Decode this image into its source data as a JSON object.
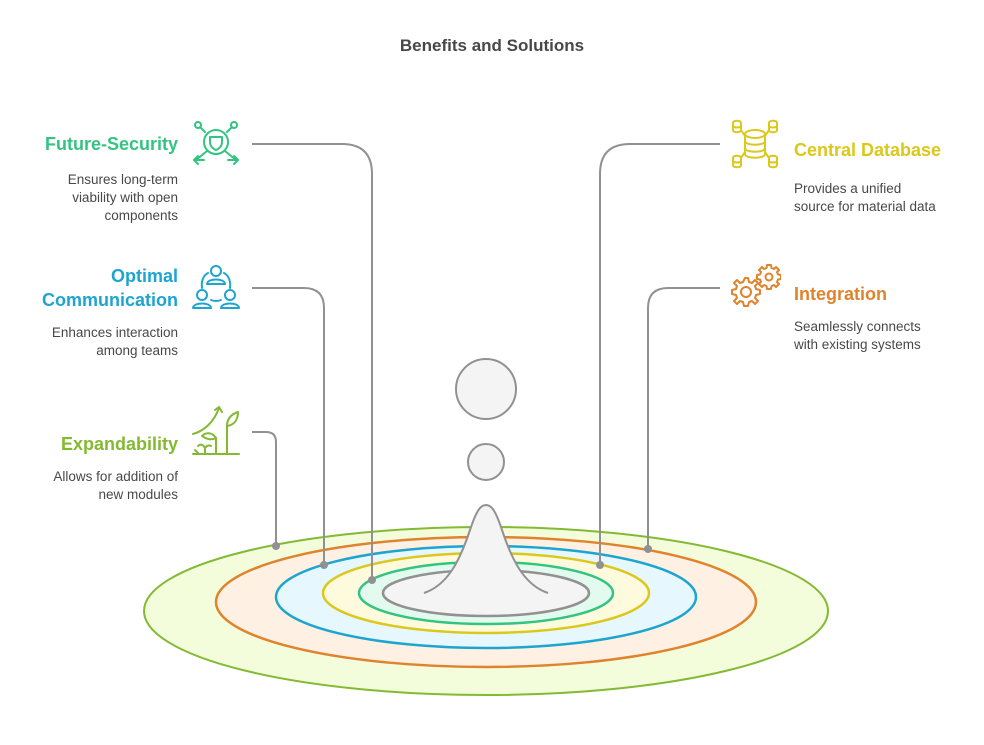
{
  "title": "Benefits and Solutions",
  "colors": {
    "connector": "#919191",
    "droplet_fill": "#f4f4f4",
    "droplet_stroke": "#919191"
  },
  "items": [
    {
      "id": "future-security",
      "title": "Future-Security",
      "description": [
        "Ensures long-term",
        "viability with open",
        "components"
      ],
      "color": "#33c481",
      "fill": "#e3fbee",
      "icon": "shield-network-icon",
      "side": "left"
    },
    {
      "id": "optimal-communication",
      "title_lines": [
        "Optimal",
        "Communication"
      ],
      "description": [
        "Enhances interaction",
        "among teams"
      ],
      "color": "#1da5d0",
      "fill": "#e6f7fd",
      "icon": "team-communication-icon",
      "side": "left"
    },
    {
      "id": "expandability",
      "title": "Expandability",
      "description": [
        "Allows for addition of",
        "new modules"
      ],
      "color": "#84b932",
      "fill": "#f3fddc",
      "icon": "growth-plant-icon",
      "side": "left"
    },
    {
      "id": "central-database",
      "title": "Central Database",
      "description": [
        "Provides a unified",
        "source for material data"
      ],
      "color": "#dcc71b",
      "fill": "#fefade",
      "icon": "database-network-icon",
      "side": "right"
    },
    {
      "id": "integration",
      "title": "Integration",
      "description": [
        "Seamlessly connects",
        "with existing systems"
      ],
      "color": "#e0832d",
      "fill": "#fef0e3",
      "icon": "gears-icon",
      "side": "right"
    }
  ]
}
